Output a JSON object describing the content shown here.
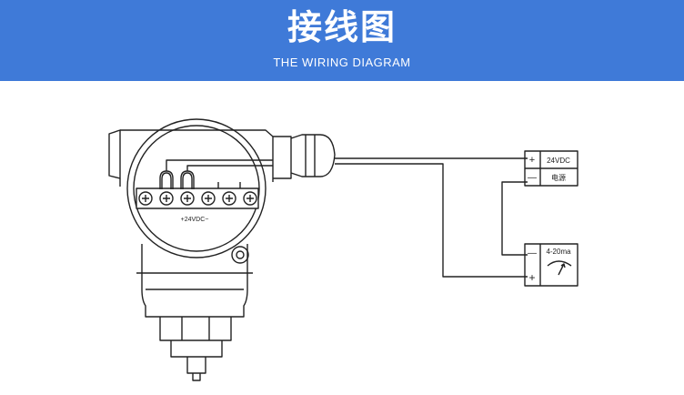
{
  "header": {
    "title": "接线图",
    "subtitle": "THE WIRING DIAGRAM",
    "background_color": "#3f7ad8"
  },
  "transmitter": {
    "terminal_label": "+24VDC−"
  },
  "power_supply": {
    "plus_label": "+",
    "voltage_label": "24VDC",
    "minus_label": "—",
    "name_label": "电源"
  },
  "meter": {
    "minus_label": "—",
    "range_label": "4-20ma",
    "plus_label": "+"
  }
}
